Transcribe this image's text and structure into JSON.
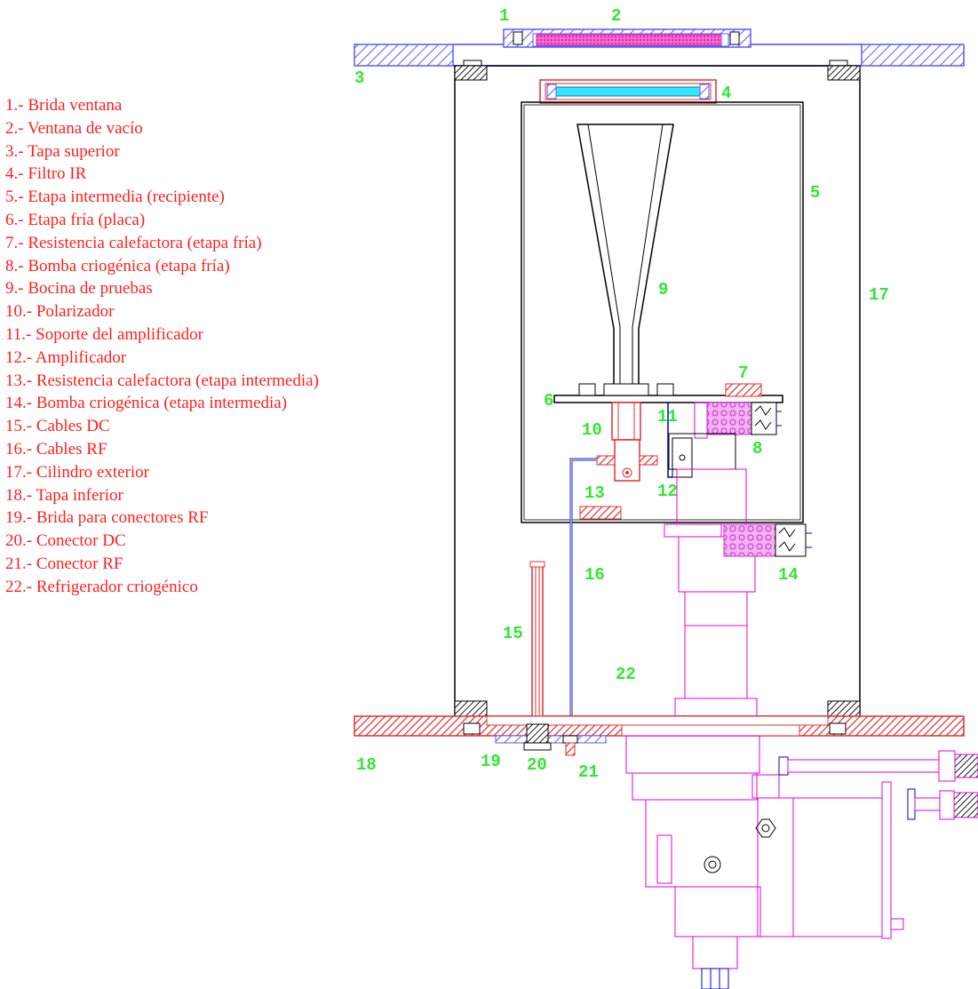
{
  "legend": {
    "items": [
      "1.- Brida ventana",
      "2.- Ventana de vacío",
      "3.- Tapa superior",
      "4.- Filtro IR",
      "5.- Etapa intermedia (recipiente)",
      "6.- Etapa fría (placa)",
      "7.- Resistencia calefactora (etapa fría)",
      "8.- Bomba criogénica (etapa fría)",
      "9.- Bocina de pruebas",
      "10.- Polarizador",
      "11.- Soporte del amplificador",
      "12.- Amplificador",
      "13.- Resistencia calefactora (etapa intermedia)",
      "14.- Bomba criogénica (etapa intermedia)",
      "15.- Cables DC",
      "16.- Cables RF",
      "17.- Cilindro exterior",
      "18.- Tapa inferior",
      "19.- Brida para conectores RF",
      "20.- Conector DC",
      "21.- Conector RF",
      "22.- Refrigerador criogénico"
    ]
  },
  "callouts": [
    "1",
    "2",
    "3",
    "4",
    "5",
    "6",
    "7",
    "8",
    "9",
    "10",
    "11",
    "12",
    "13",
    "14",
    "15",
    "16",
    "17",
    "18",
    "19",
    "20",
    "21",
    "22"
  ],
  "colors": {
    "legend_text": "#ff1f1f",
    "callout_numbers": "#33e633",
    "top_flange": "#5a5aff",
    "bottom_flange": "#e03030",
    "cryocooler": "#e000e0",
    "outline": "#000000"
  }
}
